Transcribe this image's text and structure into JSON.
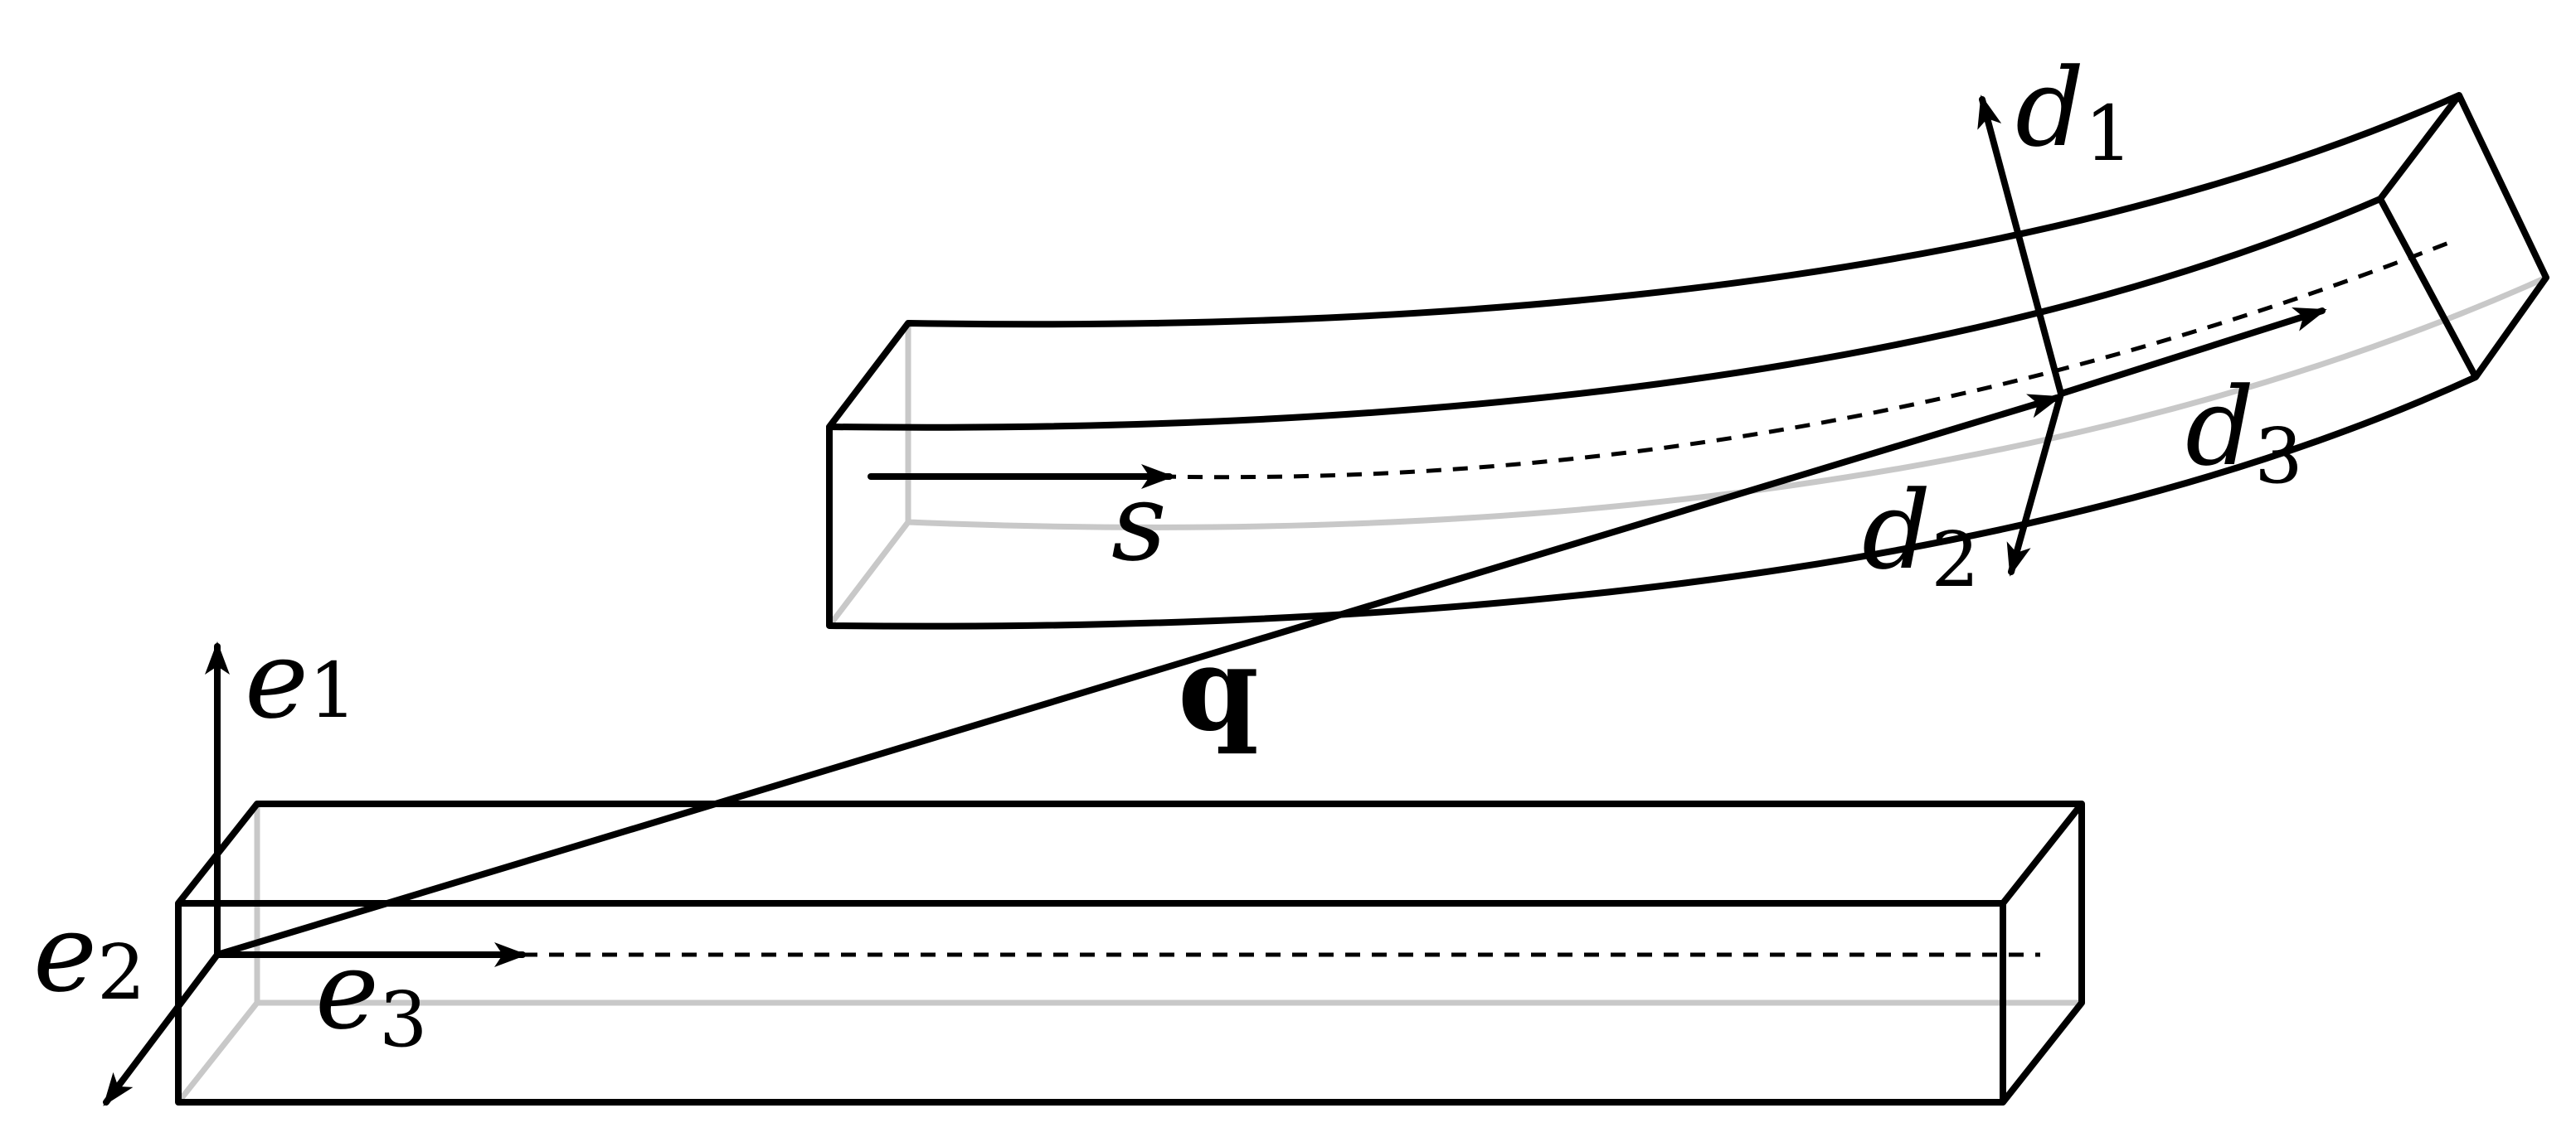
{
  "labels": {
    "e1": {
      "main": "e",
      "sub": "1"
    },
    "e2": {
      "main": "e",
      "sub": "2"
    },
    "e3": {
      "main": "e",
      "sub": "3"
    },
    "d1": {
      "main": "d",
      "sub": "1"
    },
    "d2": {
      "main": "d",
      "sub": "2"
    },
    "d3": {
      "main": "d",
      "sub": "3"
    },
    "s": "s",
    "q": "q"
  }
}
